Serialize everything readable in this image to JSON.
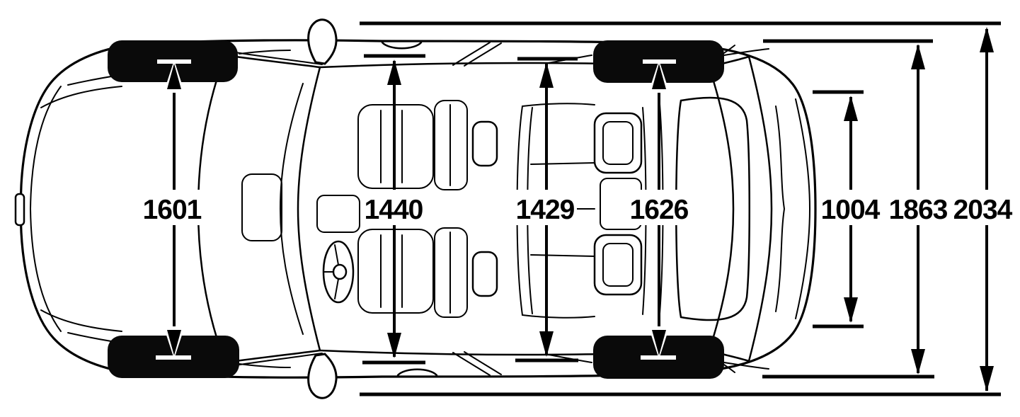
{
  "diagram": {
    "description": "Car top view width dimension diagram",
    "background_color": "#ffffff",
    "line_color": "#000000",
    "tire_color": "#0a0a0a",
    "measurements": [
      {
        "name": "front-track-width",
        "value": "1601"
      },
      {
        "name": "front-cabin-width",
        "value": "1440"
      },
      {
        "name": "rear-cabin-width",
        "value": "1429"
      },
      {
        "name": "rear-track-width",
        "value": "1626"
      },
      {
        "name": "rear-inner-width",
        "value": "1004"
      },
      {
        "name": "body-width",
        "value": "1863"
      },
      {
        "name": "overall-width-mirrors",
        "value": "2034"
      }
    ]
  }
}
